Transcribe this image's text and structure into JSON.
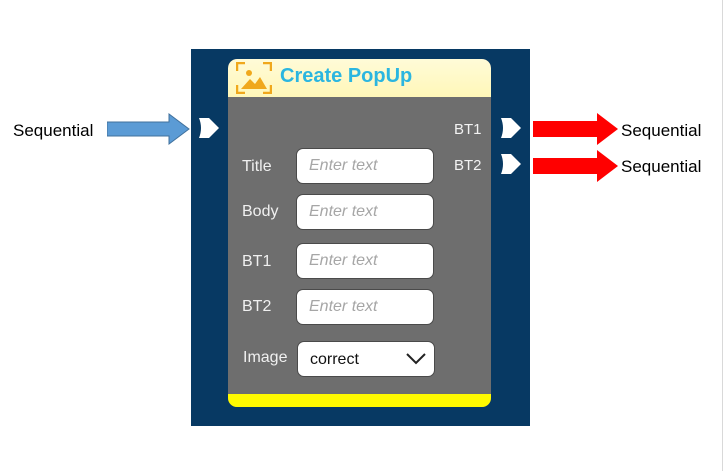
{
  "left_connection": {
    "label": "Sequential"
  },
  "right_connections": [
    {
      "label": "Sequential"
    },
    {
      "label": "Sequential"
    }
  ],
  "node": {
    "title": "Create PopUp",
    "header_icon": "image-icon",
    "outputs": [
      {
        "label": "BT1"
      },
      {
        "label": "BT2"
      }
    ],
    "fields": [
      {
        "label": "Title",
        "placeholder": "Enter text",
        "value": ""
      },
      {
        "label": "Body",
        "placeholder": "Enter text",
        "value": ""
      },
      {
        "label": "BT1",
        "placeholder": "Enter text",
        "value": ""
      },
      {
        "label": "BT2",
        "placeholder": "Enter text",
        "value": ""
      }
    ],
    "image": {
      "label": "Image",
      "selected": "correct"
    }
  },
  "colors": {
    "panel_bg": "#073963",
    "node_bg": "#6e6e6e",
    "header_bg": "#fff7b8",
    "title_color": "#2bb6e0",
    "footer": "#fffa00",
    "input_arrow": "#5b9bd5",
    "output_arrow": "#ff0000"
  }
}
